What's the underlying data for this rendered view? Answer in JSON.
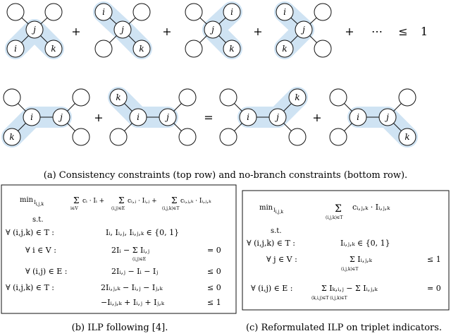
{
  "top_row": {
    "operators": [
      "+",
      "+",
      "+",
      "+",
      "⋯",
      "≤",
      "1"
    ]
  },
  "bottom_row": {
    "operators": [
      "+",
      "=",
      "+"
    ]
  },
  "node_labels": {
    "i": "i",
    "j": "j",
    "k": "k"
  },
  "caption_a": "(a) Consistency constraints (top row) and no-branch constraints (bottom row).",
  "ilp_b": {
    "objective_min": "min",
    "objective_sub": "I_{i,j,k}",
    "objective_terms": [
      {
        "sum": "Σ",
        "index": "i∈V",
        "body": "cᵢ · Iᵢ +"
      },
      {
        "sum": "Σ",
        "index": "(i,j)∈E",
        "body": "cᵢ,ⱼ · Iᵢ,ⱼ +"
      },
      {
        "sum": "Σ",
        "index": "(i,j,k)∈T",
        "body": "cᵢ,ⱼ,ₖ · Iᵢ,ⱼ,ₖ"
      }
    ],
    "st": "s.t.",
    "rows": [
      {
        "lhs": "∀ (i,j,k) ∈ T :",
        "mid": "Iᵢ, Iᵢ,ⱼ, Iᵢ,ⱼ,ₖ ∈ {0, 1}",
        "rhs": ""
      },
      {
        "lhs": "∀ i ∈ V :",
        "mid": "2Iᵢ − Σ Iᵢ,ⱼ",
        "sub": "(i,j)∈E",
        "rhs": "= 0"
      },
      {
        "lhs": "∀ (i,j) ∈ E :",
        "mid": "2Iᵢ,ⱼ − Iᵢ − Iⱼ",
        "rhs": "≤ 0"
      },
      {
        "lhs": "∀ (i,j,k) ∈ T :",
        "mid": "2Iᵢ,ⱼ,ₖ − Iᵢ,ⱼ − Iⱼ,ₖ",
        "rhs": "≤ 0"
      },
      {
        "lhs": "",
        "mid": "−Iᵢ,ⱼ,ₖ + Iᵢ,ⱼ + Iⱼ,ₖ",
        "rhs": "≤ 1"
      }
    ]
  },
  "ilp_c": {
    "objective_min": "min",
    "objective_sub": "I_{i,j,k}",
    "objective_sum_index": "(i,j,k)∈T",
    "objective_body": "cᵢ,ⱼ,ₖ · Iᵢ,ⱼ,ₖ",
    "st": "s.t.",
    "rows": [
      {
        "lhs": "∀ (i,j,k) ∈ T :",
        "mid": "Iᵢ,ⱼ,ₖ ∈ {0, 1}",
        "rhs": ""
      },
      {
        "lhs": "∀ j ∈ V :",
        "mid": "Σ Iᵢ,ⱼ,ₖ",
        "sub": "(i,j,k)∈T",
        "rhs": "≤ 1"
      },
      {
        "lhs": "∀ (i,j) ∈ E :",
        "mid": "Σ Iₖ,ᵢ,ⱼ − Σ Iᵢ,ⱼ,ₖ",
        "sub": "(k,i,j)∈T        (i,j,k)∈T",
        "rhs": "= 0"
      }
    ]
  },
  "caption_b": "(b) ILP following [4].",
  "caption_c": "(c) Reformulated ILP on triplet indicators."
}
